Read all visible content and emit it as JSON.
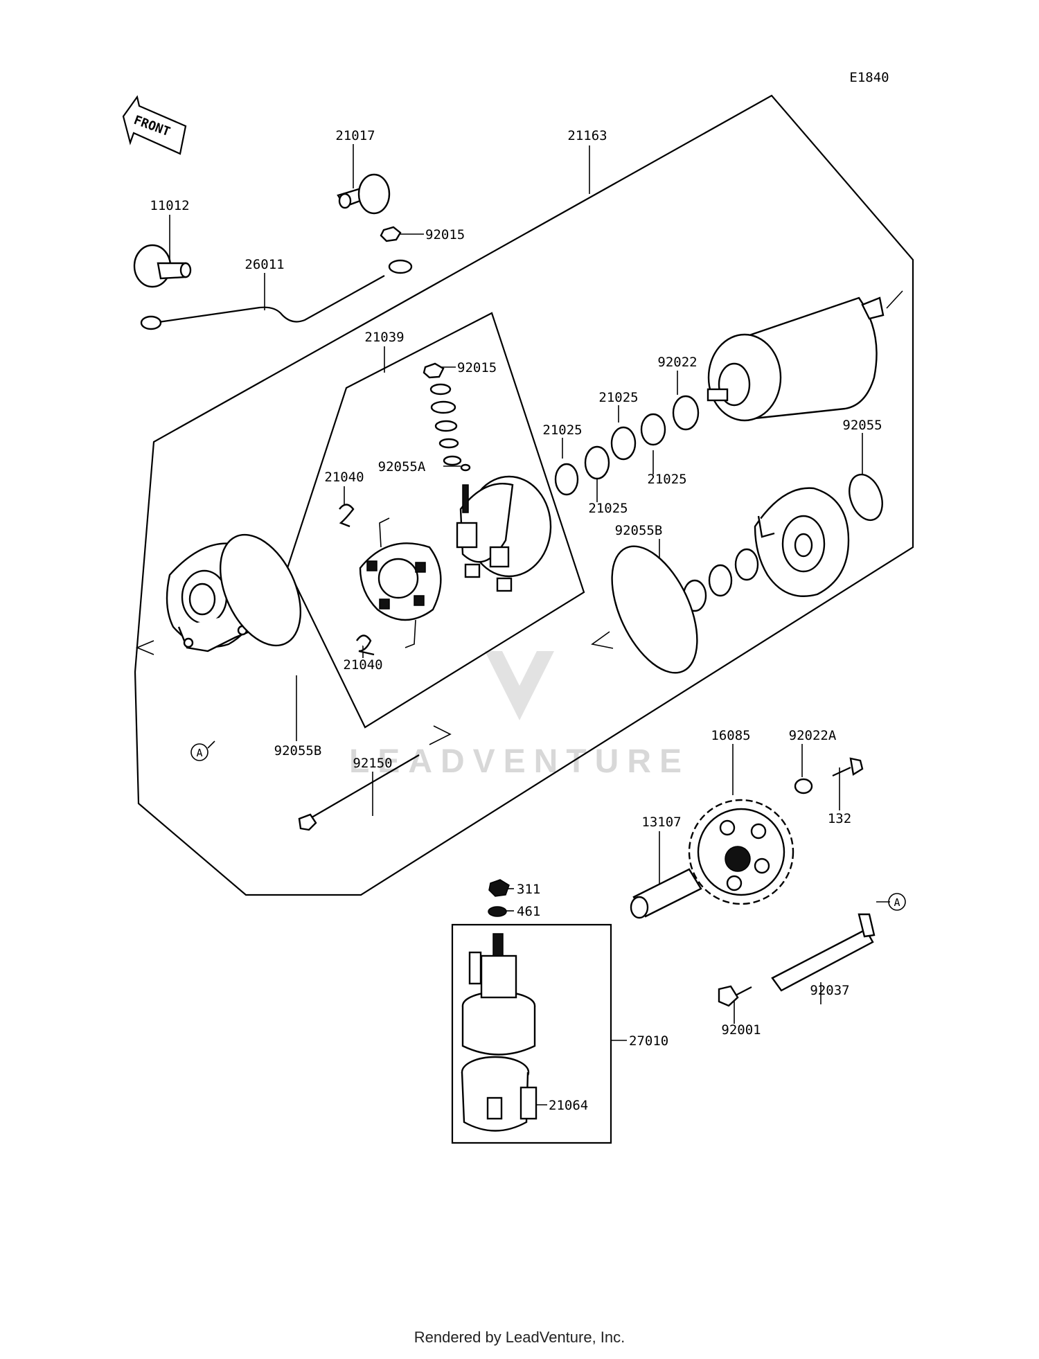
{
  "diagram_code": "E1840",
  "front_label": "FRONT",
  "reference_marker": "A",
  "watermark": "LEADVENTURE",
  "footer": "Rendered by LeadVenture, Inc.",
  "labels": {
    "p21163": "21163",
    "p21017": "21017",
    "p11012": "11012",
    "p92015_top": "92015",
    "p26011": "26011",
    "p21039": "21039",
    "p92015_mid": "92015",
    "p92022": "92022",
    "p21025_a": "21025",
    "p21025_b": "21025",
    "p21025_c": "21025",
    "p21025_d": "21025",
    "p92055": "92055",
    "p92055A": "92055A",
    "p21040_top": "21040",
    "p21040_bot": "21040",
    "p92055B_right": "92055B",
    "p92055B_left": "92055B",
    "p92150": "92150",
    "p16085": "16085",
    "p92022A": "92022A",
    "p132": "132",
    "p13107": "13107",
    "p311": "311",
    "p461": "461",
    "p27010": "27010",
    "p21064": "21064",
    "p92037": "92037",
    "p92001": "92001"
  }
}
